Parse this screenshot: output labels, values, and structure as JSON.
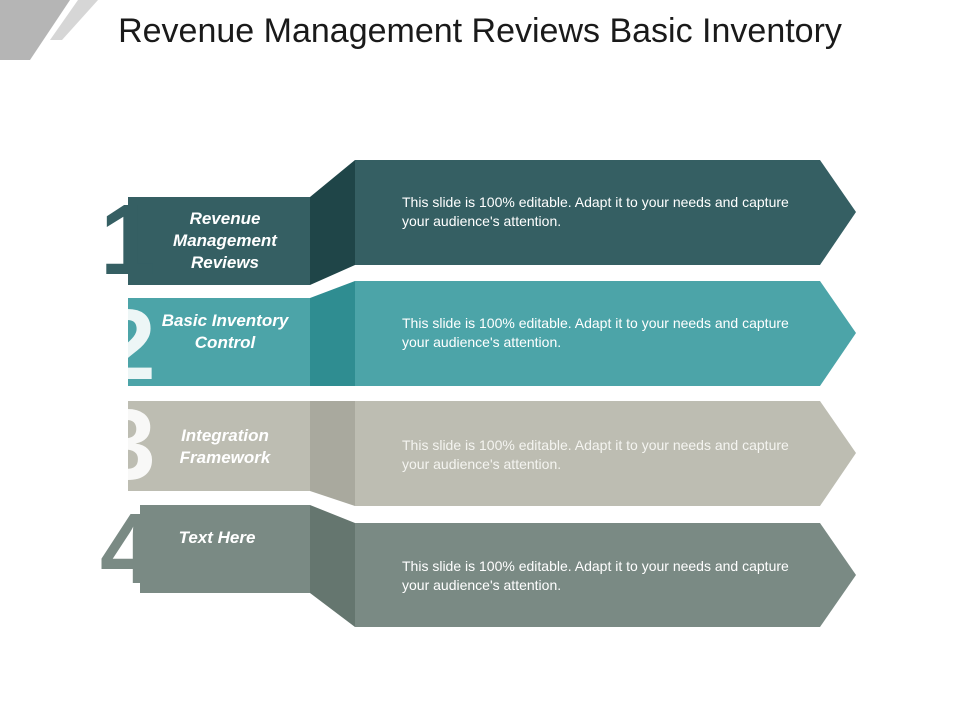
{
  "slide": {
    "title": "Revenue Management Reviews Basic Inventory"
  },
  "items": [
    {
      "number": "1",
      "label": "Revenue Management Reviews",
      "text": "This slide is 100% editable. Adapt it to your needs and capture your audience's attention.",
      "colors": {
        "main": "#355f63",
        "fold": "#1f4548",
        "number": "#355f63"
      }
    },
    {
      "number": "2",
      "label": "Basic Inventory Control",
      "text": "This slide is 100% editable. Adapt it to your needs and capture your audience's attention.",
      "colors": {
        "main": "#4ca4a8",
        "fold": "#2f8d91",
        "number": "#4ca4a8"
      }
    },
    {
      "number": "3",
      "label": "Integration Framework",
      "text": "This slide is 100% editable. Adapt it to your needs and capture your audience's attention.",
      "colors": {
        "main": "#bdbdb2",
        "fold": "#a9a99e",
        "number": "#bdbdb2"
      }
    },
    {
      "number": "4",
      "label": "Text Here",
      "text": "This slide is 100% editable. Adapt it to your needs and capture your audience's attention.",
      "colors": {
        "main": "#7a8a84",
        "fold": "#65766f",
        "number": "#7a8a84"
      }
    }
  ]
}
